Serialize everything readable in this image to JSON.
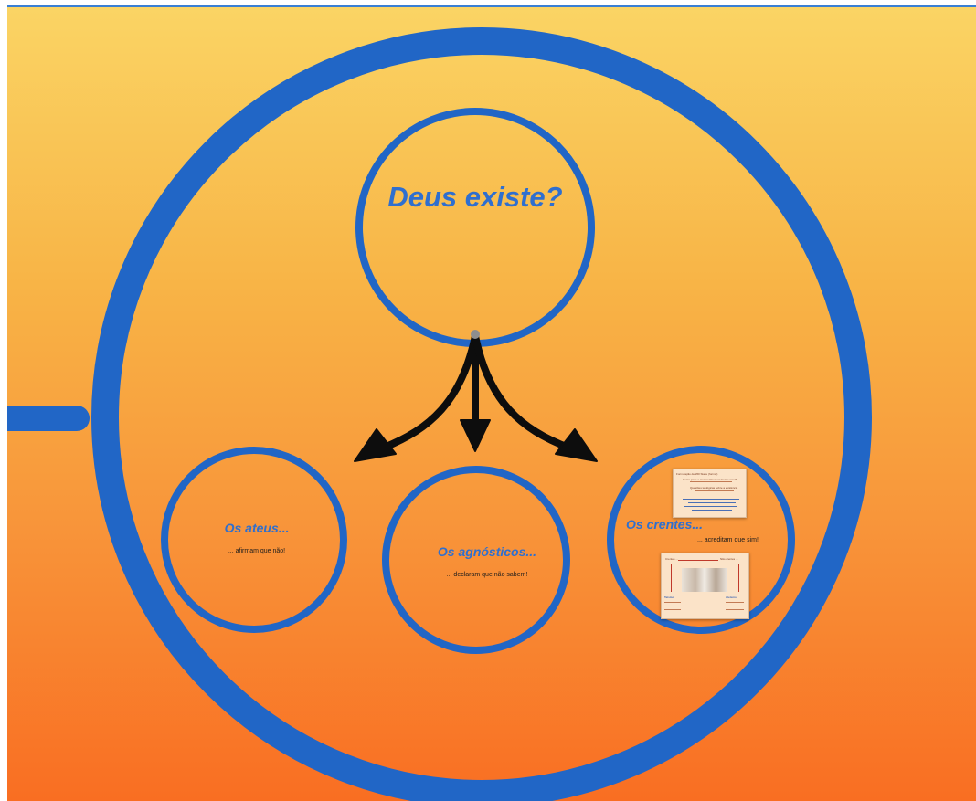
{
  "slide": {
    "title": "Deus existe?",
    "groups": [
      {
        "heading": "Os ateus...",
        "text": "... afirmam que não!"
      },
      {
        "heading": "Os agnósticos...",
        "text": "... declaram que não sabem!"
      },
      {
        "heading": "Os crentes...",
        "text": "... acreditam que sim!"
      }
    ]
  },
  "thumbnail_top": {
    "line1": "Formulação de Will Stace (formal)",
    "line2": "Como pode o mesmo Deus ser bom e mau?",
    "line3": "Questões teológicas sobre a existência"
  },
  "thumbnail_bottom": {
    "left_label": "Crentes ...",
    "right_label": "Não crentes ...",
    "left_bottom": "Teísmo",
    "right_bottom": "Ateísmo"
  },
  "colors": {
    "ring": "#2166c6",
    "title": "#2f6fcf",
    "arrow": "#0d0d0d",
    "bg_top": "#fad464",
    "bg_bottom": "#f96e22"
  }
}
